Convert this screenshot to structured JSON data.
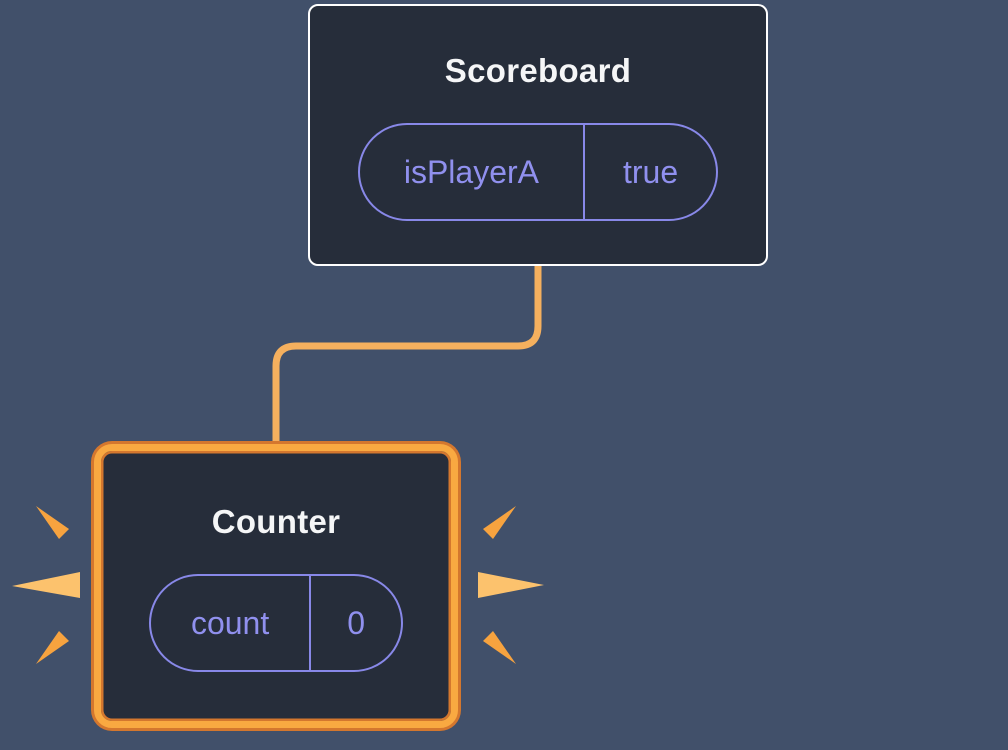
{
  "scoreboard": {
    "title": "Scoreboard",
    "state": {
      "name": "isPlayerA",
      "value": "true"
    }
  },
  "counter": {
    "title": "Counter",
    "state": {
      "name": "count",
      "value": "0"
    }
  },
  "colors": {
    "background": "#41506a",
    "box_fill": "#262d3a",
    "box_border": "#ffffff",
    "highlight": "#f9a941",
    "highlight_dark": "#d4772e",
    "connector": "#f5b05e",
    "pill_border": "#8888e8",
    "pill_text": "#9090ee",
    "title_text": "#f5f6f7",
    "spark_light": "#fcc26d",
    "spark_dark": "#f7a33f"
  }
}
